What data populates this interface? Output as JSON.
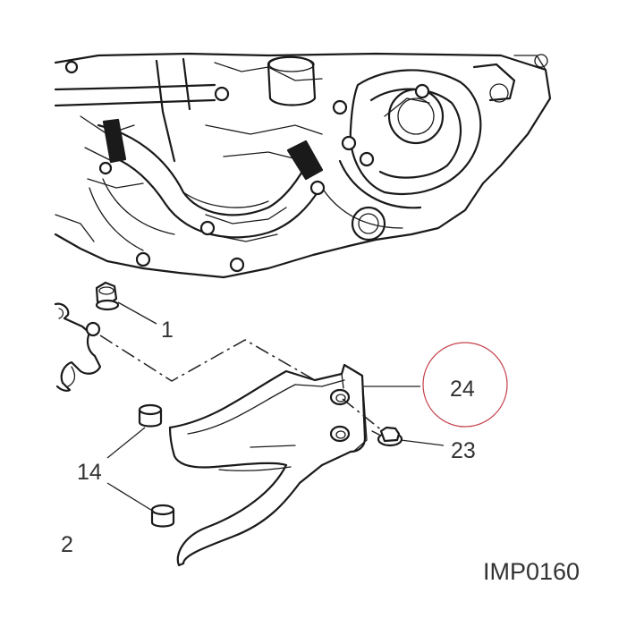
{
  "figure_code": "IMP0160",
  "callouts": [
    {
      "id": "1",
      "label": "1"
    },
    {
      "id": "2",
      "label": "2"
    },
    {
      "id": "14",
      "label": "14"
    },
    {
      "id": "23",
      "label": "23"
    },
    {
      "id": "24",
      "label": "24"
    }
  ],
  "highlight_color": "#c4404a",
  "line_color": "#1a1a1a"
}
